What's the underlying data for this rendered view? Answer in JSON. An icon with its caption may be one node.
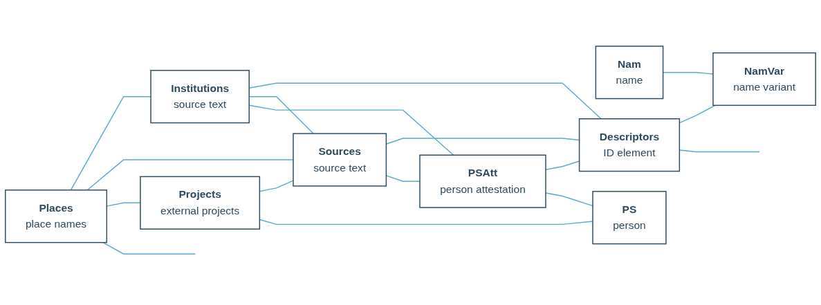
{
  "diagram": {
    "nodes": [
      {
        "text": [
          "Places",
          "place names"
        ]
      },
      {
        "text": [
          "Projects",
          "external projects"
        ]
      },
      {
        "text": [
          "PSAtt",
          "person attestation"
        ]
      },
      {
        "text": [
          "Nam",
          "name"
        ]
      },
      {
        "text": [
          "PS",
          "person"
        ]
      },
      {
        "text": [
          "Institutions",
          "source text"
        ]
      },
      {
        "text": [
          "Sources",
          "source text"
        ]
      },
      {
        "text": [
          "Descriptors",
          "ID element"
        ]
      },
      {
        "text": [
          "NamVar",
          "name variant"
        ]
      }
    ],
    "edges": [
      {
        "from": 0,
        "to": null,
        "arrow": "none"
      },
      {
        "from": 5,
        "to": 2,
        "arrow": "none"
      },
      {
        "from": 1,
        "to": 4,
        "arrow": "none"
      },
      {
        "from": 0,
        "to": 1,
        "arrow": "none"
      },
      {
        "from": 0,
        "to": 6,
        "arrow": "none"
      },
      {
        "from": 0,
        "to": 5,
        "arrow": "none"
      },
      {
        "from": 1,
        "to": 6,
        "arrow": "none"
      },
      {
        "from": 6,
        "to": 2,
        "arrow": "none"
      },
      {
        "from": 2,
        "to": 4,
        "arrow": "none"
      },
      {
        "from": 2,
        "to": 7,
        "arrow": "none"
      },
      {
        "from": 5,
        "to": 6,
        "arrow": "none"
      },
      {
        "from": 6,
        "to": 7,
        "arrow": "none"
      },
      {
        "from": 7,
        "to": null,
        "arrow": "none"
      },
      {
        "from": 5,
        "to": 7,
        "arrow": "none"
      },
      {
        "from": 7,
        "to": 8,
        "arrow": "none"
      },
      {
        "from": 3,
        "to": 8,
        "arrow": "none"
      }
    ]
  }
}
